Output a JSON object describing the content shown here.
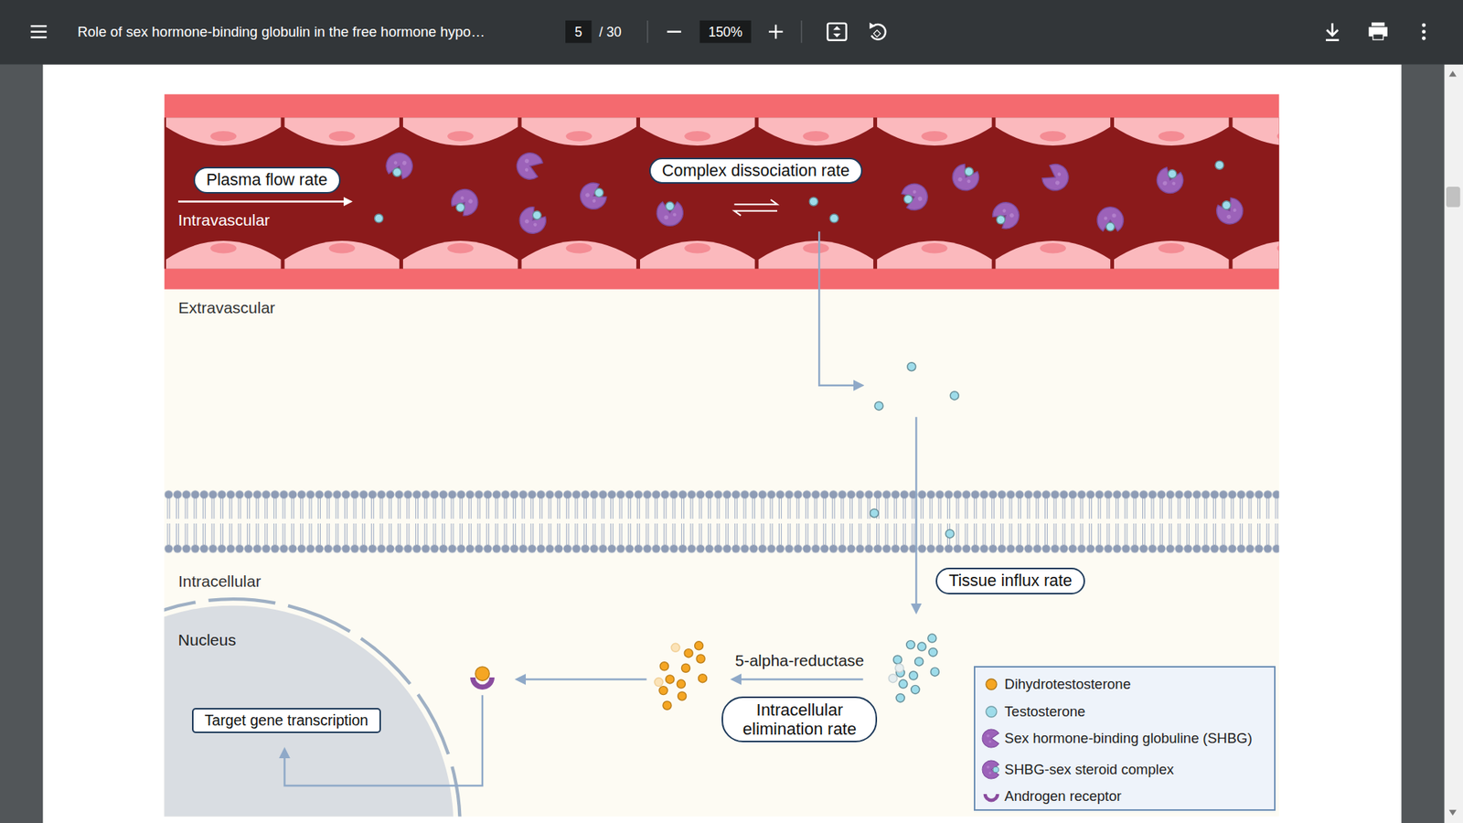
{
  "diagram": {
    "nodes": [
      {
        "text": [
          "Intravascular"
        ]
      },
      {
        "text": [
          "Plasma flow rate"
        ],
        "in": 0
      },
      {
        "text": [
          "Complex dissociation rate"
        ],
        "in": 0
      },
      {
        "text": [
          "Tissue influx rate"
        ]
      },
      {
        "text": [
          "Nucleus"
        ]
      },
      {
        "text": [
          "Target gene transcription"
        ],
        "in": 4
      },
      {
        "text": [
          "Intracellular elimination rate"
        ]
      }
    ],
    "labels": [
      "Role of sex hormone-binding globulin in the free hormone hypo…",
      "5",
      "/ 30",
      "150%",
      "Extravascular",
      "Intracellular",
      "5-alpha-reductase"
    ],
    "legend": [
      {
        "text": "Dihydrotestosterone",
        "color": "#f5a623"
      },
      {
        "text": "Testosterone",
        "color": "#9edcea"
      },
      {
        "text": "Sex hormone-binding globuline (SHBG)"
      },
      {
        "text": "SHBG-sex steroid complex"
      },
      {
        "text": "Androgen receptor"
      }
    ]
  }
}
